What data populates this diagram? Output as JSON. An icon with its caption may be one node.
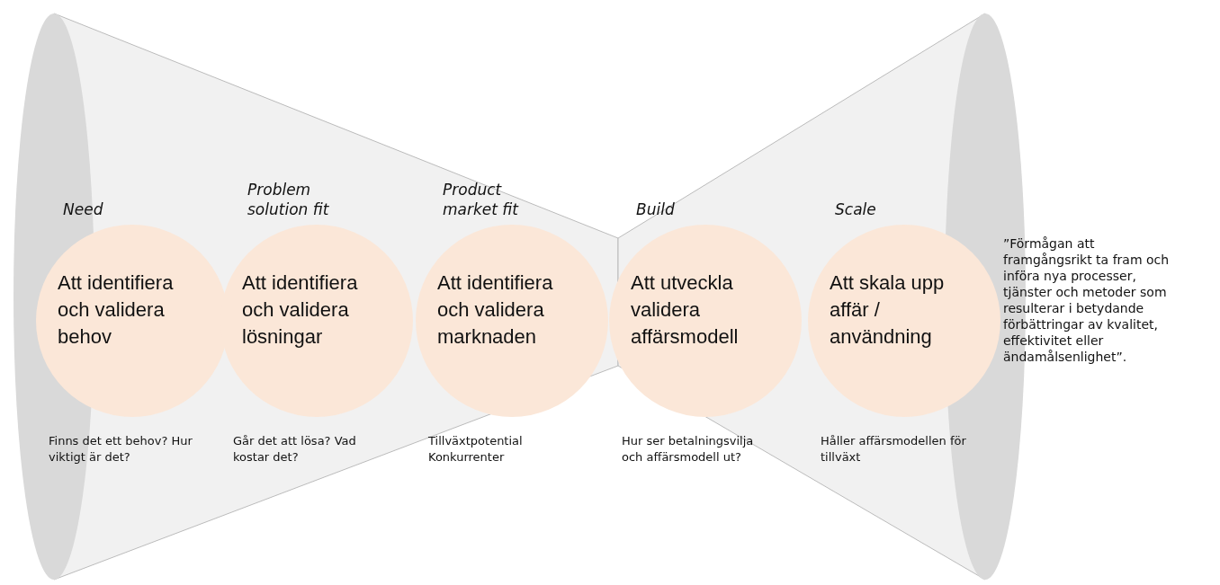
{
  "diagram": {
    "nodes": [
      {
        "text": [
          "Need",
          "Att identifiera och validera behov"
        ],
        "beside": [
          "Finns det ett behov? Hur viktigt är det?"
        ]
      },
      {
        "text": [
          "Problem solution fit",
          "Att identifiera och validera lösningar"
        ],
        "beside": [
          "Går det att lösa? Vad kostar det?"
        ]
      },
      {
        "text": [
          "Product market fit",
          "Att identifiera och validera marknaden"
        ],
        "beside": [
          "Tillväxtpotential Konkurrenter"
        ]
      },
      {
        "text": [
          "Build",
          "Att utveckla validera affärsmodell"
        ],
        "beside": [
          "Hur ser betalningsvilja och affärsmodell ut?"
        ]
      },
      {
        "text": [
          "Scale",
          "Att skala upp affär / användning"
        ],
        "beside": [
          "Håller affärsmodellen för tillväxt"
        ]
      }
    ],
    "edges": [],
    "labels": [
      "”Förmågan att framgångsrikt ta fram och införa nya processer, tjänster och metoder som resulterar i betydande förbättringar av kvalitet, effektivitet eller ändamålsenlighet”."
    ]
  }
}
